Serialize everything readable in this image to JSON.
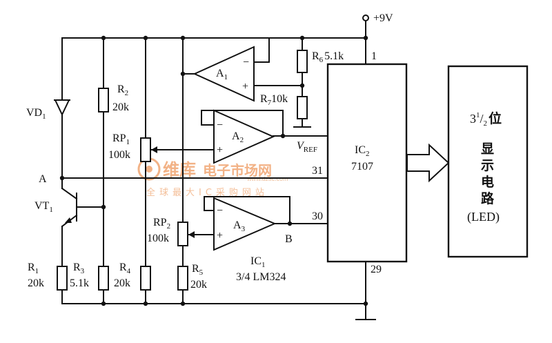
{
  "supply": {
    "label": "+9V",
    "pin1": "1"
  },
  "components": {
    "vd1": "VD",
    "vd1_sub": "1",
    "vt1": "VT",
    "vt1_sub": "1",
    "r1": "R",
    "r1_sub": "1",
    "r1_val": "20k",
    "r2": "R",
    "r2_sub": "2",
    "r2_val": "20k",
    "r3": "R",
    "r3_sub": "3",
    "r3_val": "5.1k",
    "r4": "R",
    "r4_sub": "4",
    "r4_val": "20k",
    "r5": "R",
    "r5_sub": "5",
    "r5_val": "20k",
    "r6": "R",
    "r6_sub": "6",
    "r6_val": "5.1k",
    "r7": "R",
    "r7_sub": "7",
    "r7_val": "10k",
    "rp1": "RP",
    "rp1_sub": "1",
    "rp1_val": "100k",
    "rp2": "RP",
    "rp2_sub": "2",
    "rp2_val": "100k",
    "a1": "A",
    "a1_sub": "1",
    "a2": "A",
    "a2_sub": "2",
    "a3": "A",
    "a3_sub": "3",
    "ic1": "IC",
    "ic1_sub": "1",
    "ic1_part": "3/4 LM324",
    "ic2": "IC",
    "ic2_sub": "2",
    "ic2_part": "7107",
    "vref": "V",
    "vref_sub": "REF"
  },
  "nodes": {
    "a": "A",
    "b": "B"
  },
  "pins": {
    "p31": "31",
    "p30": "30",
    "p29": "29"
  },
  "opamp_signs": {
    "minus": "−",
    "plus": "+"
  },
  "display": {
    "digits_main": "3",
    "digits_sup": "1",
    "digits_sub": "2",
    "wei": "位",
    "line1": "显",
    "line2": "示",
    "line3": "电",
    "line4": "路",
    "led": "(LED)"
  },
  "watermark": {
    "brand": "维库",
    "site": "电子市场网",
    "url": "www.dzsc.com",
    "slogan": "全球最大IC采购网站"
  },
  "colors": {
    "ink": "#111111",
    "watermark": "#f1aa7a"
  }
}
